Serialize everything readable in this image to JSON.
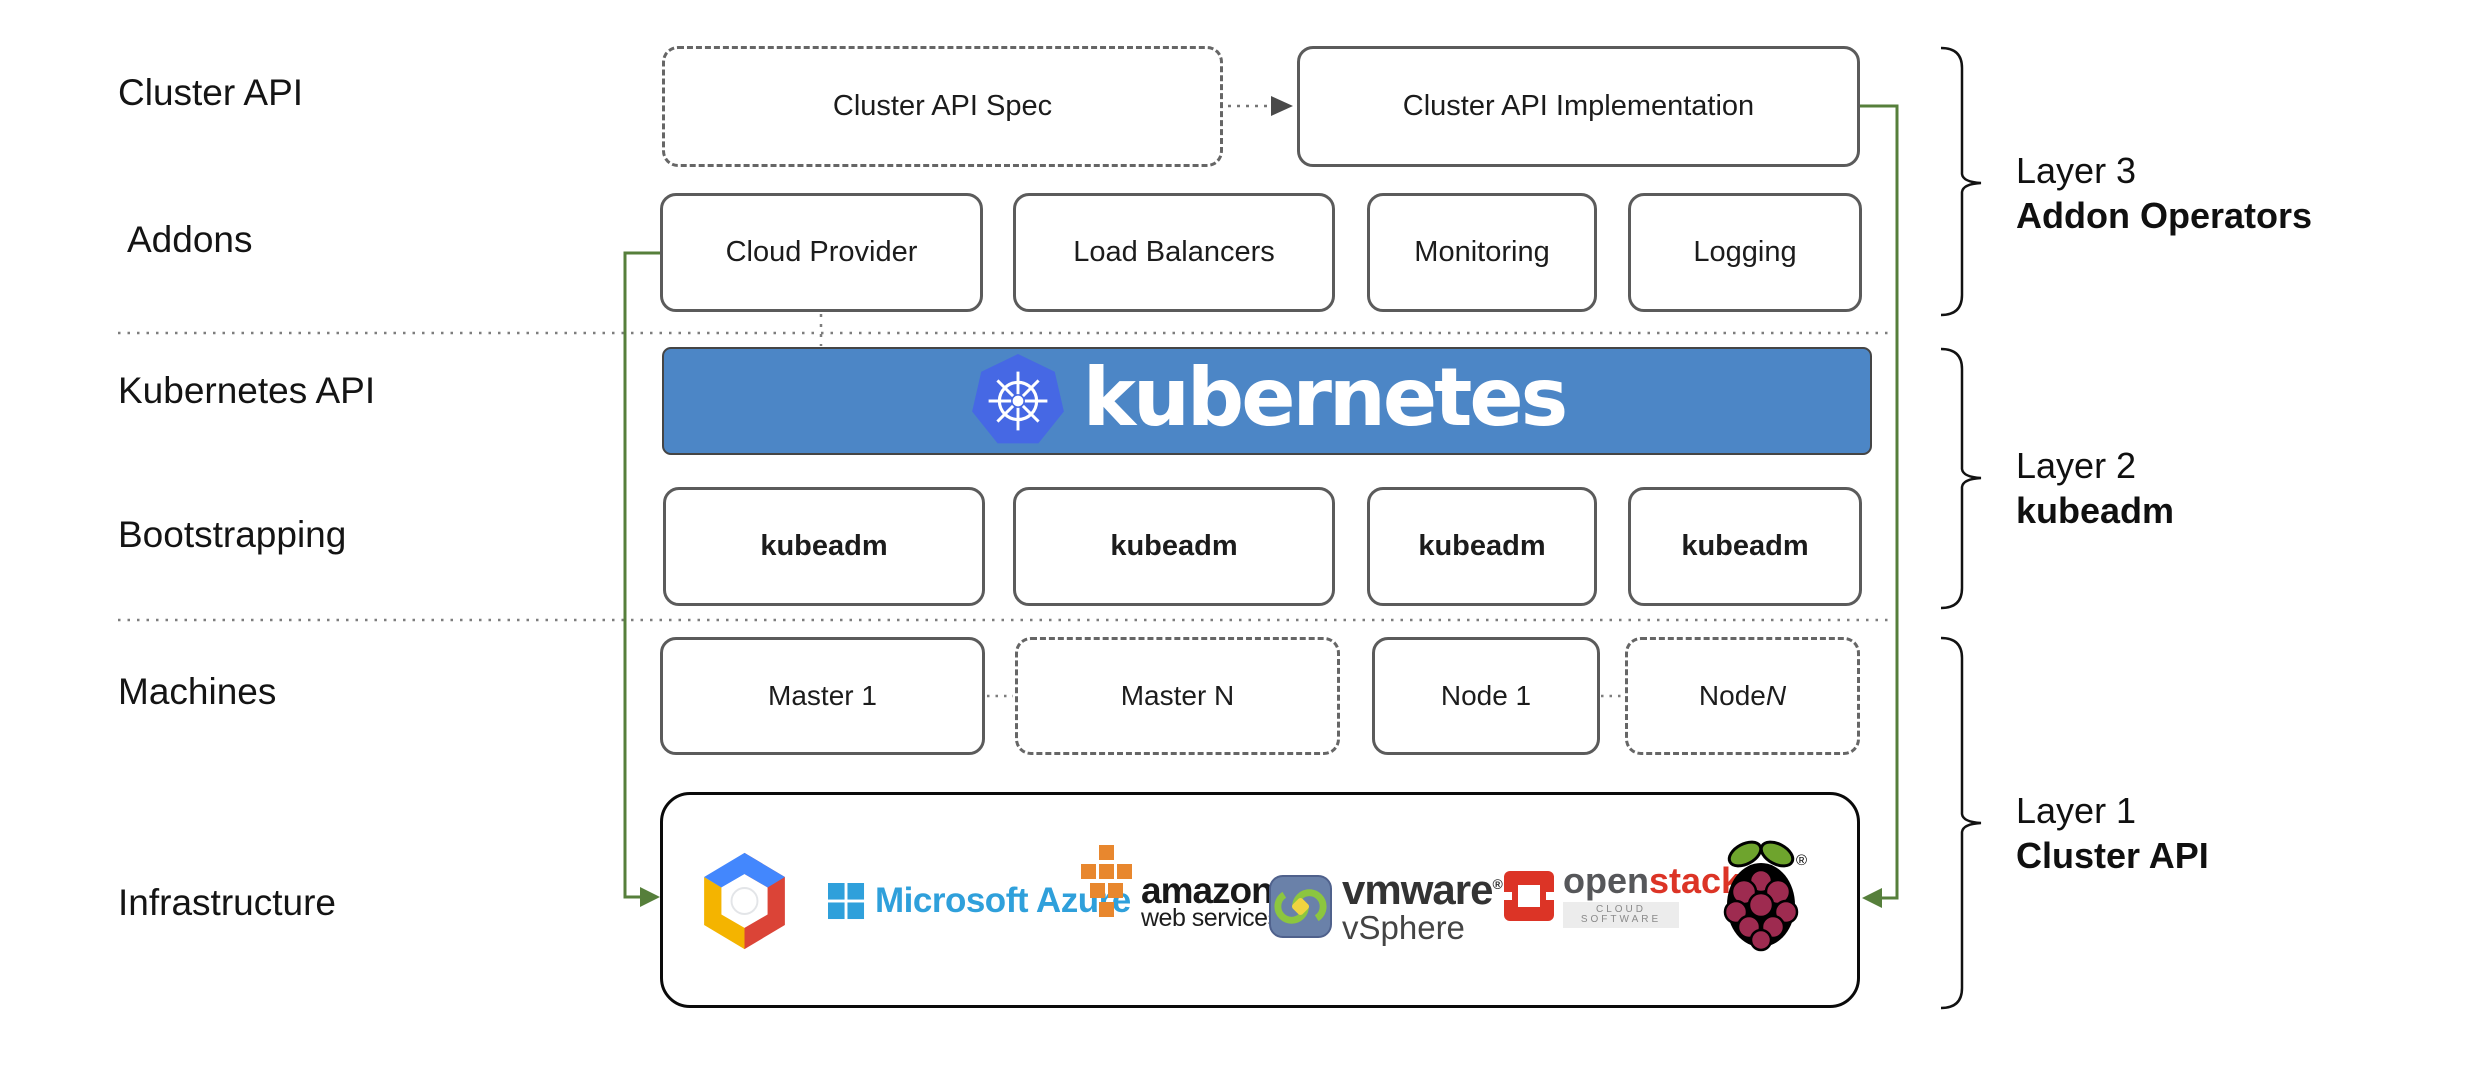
{
  "row_labels": [
    "Cluster API",
    "Addons",
    "Kubernetes API",
    "Bootstrapping",
    "Machines",
    "Infrastructure"
  ],
  "top_row": {
    "spec": "Cluster API Spec",
    "implementation": "Cluster API Implementation"
  },
  "addons": [
    "Cloud Provider",
    "Load Balancers",
    "Monitoring",
    "Logging"
  ],
  "banner": {
    "wordmark": "kubernetes"
  },
  "bootstrapping": [
    "kubeadm",
    "kubeadm",
    "kubeadm",
    "kubeadm"
  ],
  "machines": [
    {
      "label": "Master 1"
    },
    {
      "label": "Master N"
    },
    {
      "label": "Node 1"
    },
    {
      "prefix": "Node ",
      "suffix": "N"
    }
  ],
  "layer_labels": [
    {
      "title": "Layer 3",
      "subtitle": "Addon Operators"
    },
    {
      "title": "Layer 2",
      "subtitle": "kubeadm"
    },
    {
      "title": "Layer 1",
      "subtitle": "Cluster API"
    }
  ],
  "infrastructure": {
    "azure_text": "Microsoft Azure",
    "aws_line1": "amazon",
    "aws_line2": "web services",
    "vmware_line1": "vmware",
    "vmware_reg": "®",
    "vmware_line2": "vSphere",
    "openstack_part1": "open",
    "openstack_part2": "stack",
    "openstack_tm": "™",
    "openstack_sub": "CLOUD SOFTWARE",
    "raspberry_reg": "®"
  },
  "icons": {
    "kubernetes_helm": "kubernetes-helm-icon",
    "google_cloud": "google-cloud-icon",
    "azure": "microsoft-azure-icon",
    "aws": "aws-cubes-icon",
    "vmware": "vmware-vsphere-icon",
    "openstack": "openstack-icon",
    "raspberry_pi": "raspberry-pi-icon"
  },
  "colors": {
    "green_connector": "#567f3b",
    "banner_blue": "#4c86c6",
    "k8s_logo_blue": "#4668e4",
    "azure_blue": "#2fa0db",
    "aws_orange": "#e8872e",
    "openstack_red": "#dc3426",
    "raspberry_crimson": "#9e2b50",
    "leaf_green": "#6ea42d",
    "box_border": "#5b5b5b",
    "bracket_black": "#121212"
  }
}
